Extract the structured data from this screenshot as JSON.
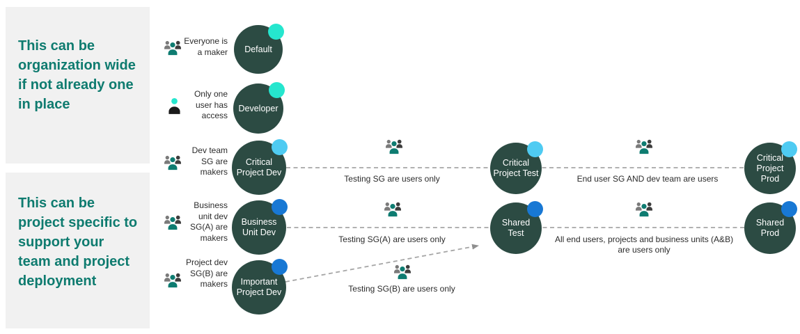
{
  "notes": {
    "org": "This can be organization wide if not already one in place",
    "project": "This can be project specific to support your team and project deployment"
  },
  "maker_labels": {
    "default": "Everyone is a maker",
    "developer": "Only one user has access",
    "critical_dev": "Dev team SG are makers",
    "business_dev": "Business unit dev SG(A) are makers",
    "important_dev": "Project dev SG(B) are makers"
  },
  "environments": {
    "default": {
      "name": "Default",
      "badge_color": "#25E6CE"
    },
    "developer": {
      "name": "Developer",
      "badge_color": "#25E6CE"
    },
    "critical_dev": {
      "name": "Critical Project Dev",
      "badge_color": "#4FCBF2"
    },
    "business_dev": {
      "name": "Business Unit Dev",
      "badge_color": "#1878D4"
    },
    "important_dev": {
      "name": "Important Project Dev",
      "badge_color": "#1878D4"
    },
    "critical_test": {
      "name": "Critical Project Test",
      "badge_color": "#4FCBF2"
    },
    "shared_test": {
      "name": "Shared Test",
      "badge_color": "#1878D4"
    },
    "critical_prod": {
      "name": "Critical Project Prod",
      "badge_color": "#4FCBF2"
    },
    "shared_prod": {
      "name": "Shared Prod",
      "badge_color": "#1878D4"
    }
  },
  "flow_labels": {
    "critical_test": "Testing SG are users only",
    "critical_prod": "End user SG AND dev team are users",
    "shared_test_a": "Testing SG(A) are users only",
    "shared_prod": "All end users, projects and business units (A&B) are users only",
    "shared_test_b": "Testing SG(B) are users only"
  },
  "icons": {
    "maker_group": "people-icon",
    "single_user": "person-icon",
    "flow_arrow": "arrow-icon"
  },
  "colors": {
    "circle": "#2C4B43",
    "note_background": "#F1F1F1",
    "accent_teal": "#0E7B6F",
    "dot_turquoise": "#25E6CE",
    "dot_sky": "#4FCBF2",
    "dot_blue": "#1878D4",
    "dashed_line": "#A6A6A6"
  }
}
